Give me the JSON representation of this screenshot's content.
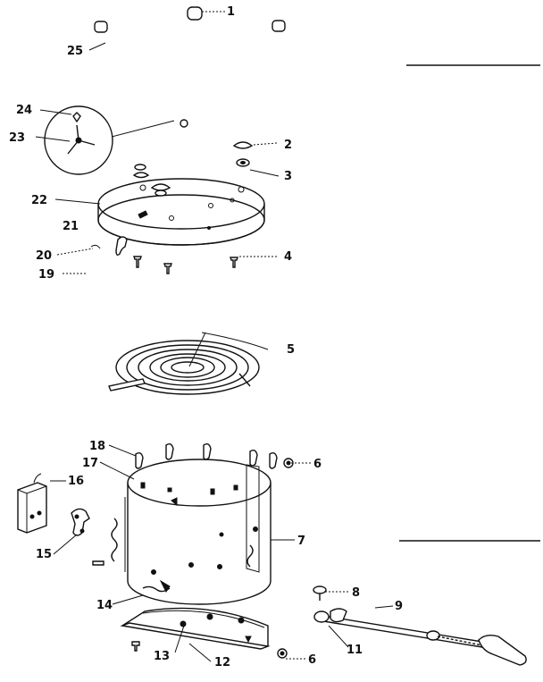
{
  "diagram": {
    "callouts": [
      "1",
      "2",
      "3",
      "4",
      "5",
      "6",
      "7",
      "8",
      "9",
      "11",
      "12",
      "13",
      "14",
      "15",
      "16",
      "17",
      "18",
      "19",
      "20",
      "21",
      "22",
      "23",
      "24",
      "25"
    ],
    "icons": {
      "leg": "tripod-leg-rod",
      "cap": "leg-cap",
      "base": "base-plate",
      "coil": "heating-coil",
      "shell": "cylindrical-shell",
      "bottom": "bottom-pan",
      "handle": "handle-rod",
      "switch": "switch-box",
      "bracket": "bracket"
    }
  }
}
